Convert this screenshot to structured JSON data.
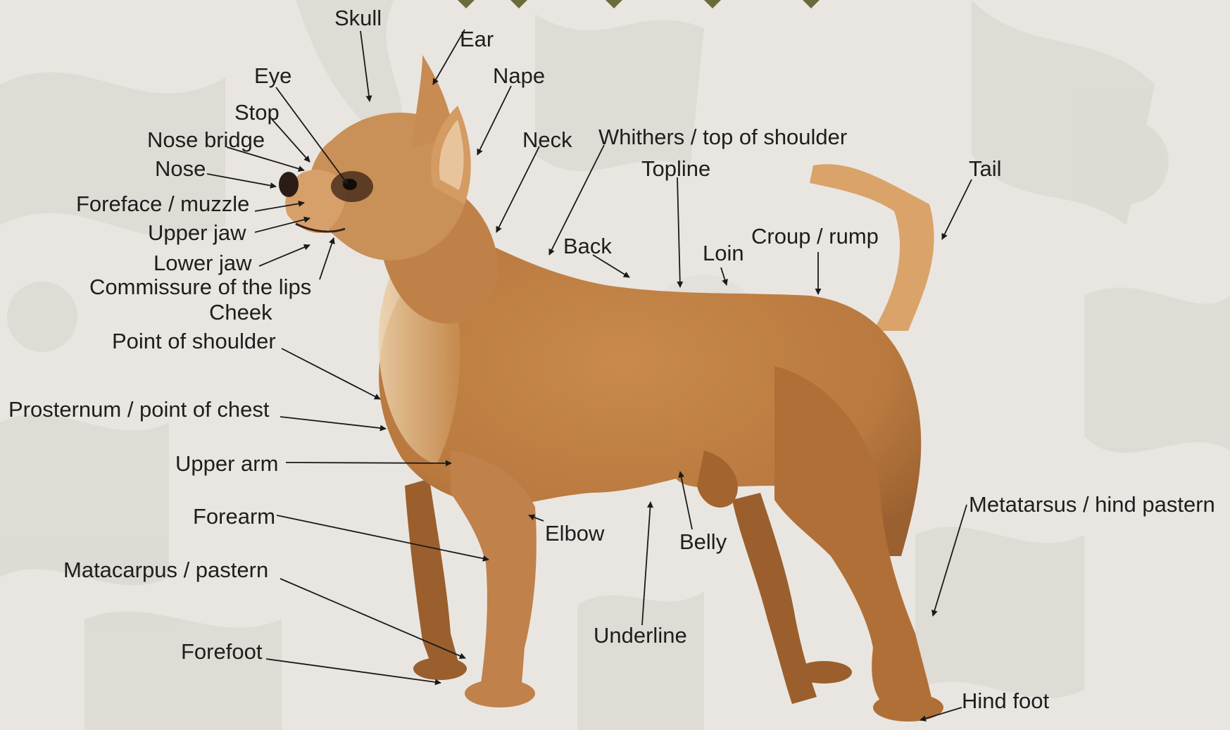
{
  "labels": {
    "skull": "Skull",
    "ear": "Ear",
    "eye": "Eye",
    "nape": "Nape",
    "stop": "Stop",
    "nose_bridge": "Nose bridge",
    "neck": "Neck",
    "whithers": "Whithers / top of shoulder",
    "nose": "Nose",
    "topline": "Topline",
    "tail": "Tail",
    "foreface": "Foreface / muzzle",
    "upper_jaw": "Upper jaw",
    "croup": "Croup / rump",
    "back": "Back",
    "loin": "Loin",
    "lower_jaw": "Lower jaw",
    "commissure": "Commissure of the lips",
    "cheek": "Cheek",
    "point_of_shoulder": "Point of shoulder",
    "prosternum": "Prosternum / point of chest",
    "upper_arm": "Upper arm",
    "metatarsus": "Metatarsus / hind pastern",
    "forearm": "Forearm",
    "elbow": "Elbow",
    "belly": "Belly",
    "metacarpus": "Matacarpus / pastern",
    "underline": "Underline",
    "forefoot": "Forefoot",
    "hind_foot": "Hind foot"
  },
  "colors": {
    "background": "#e9e6e1",
    "pattern": "#dcd8d2",
    "coat": "#b9793f",
    "coat_dark": "#8f5528",
    "coat_light": "#e2bf8f",
    "leader": "#1a1a1a",
    "text": "#1e1e1e"
  }
}
